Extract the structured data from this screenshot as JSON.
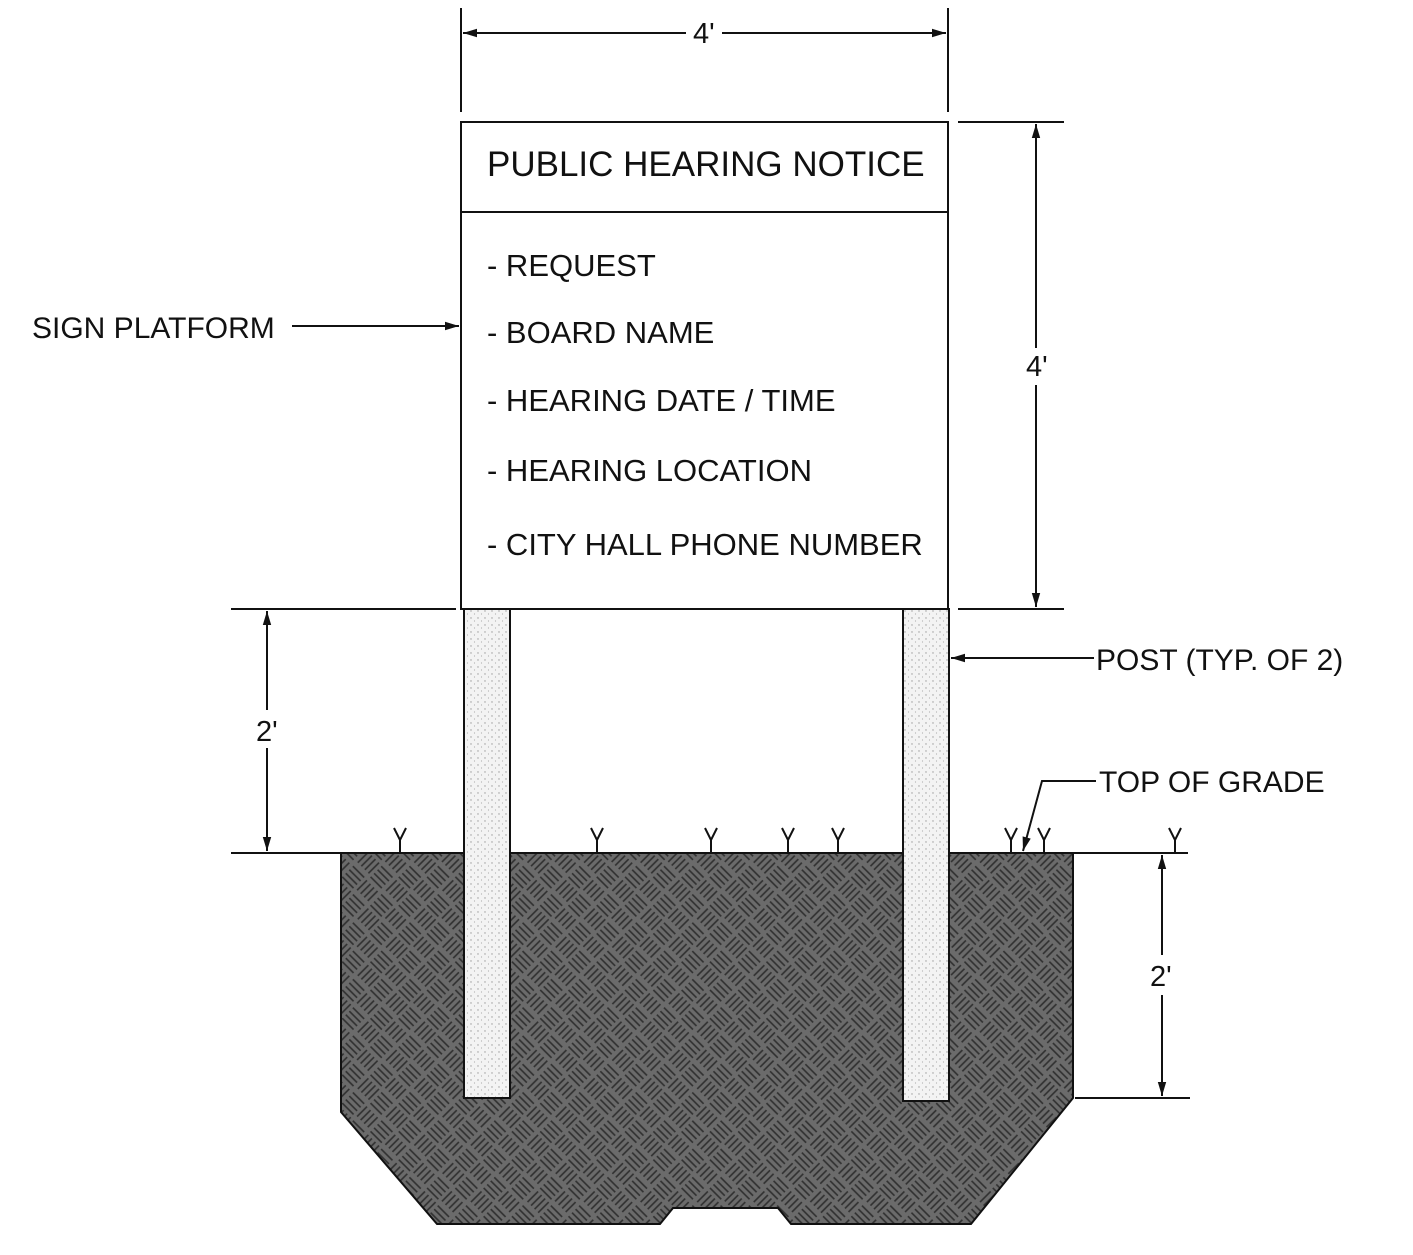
{
  "sign": {
    "title": "PUBLIC HEARING NOTICE",
    "items": [
      "- REQUEST",
      "- BOARD NAME",
      "- HEARING DATE / TIME",
      "- HEARING LOCATION",
      "- CITY HALL PHONE NUMBER"
    ]
  },
  "callouts": {
    "sign_platform": "SIGN PLATFORM",
    "post": "POST (TYP. OF 2)",
    "top_of_grade": "TOP OF GRADE"
  },
  "dimensions": {
    "sign_width": "4'",
    "sign_height": "4'",
    "post_above_grade": "2'",
    "post_embed_depth": "2'"
  },
  "colors": {
    "line": "#111111",
    "ground_fill": "#6b6b6b",
    "ground_pattern": "#3a3a3a",
    "post_fill": "#f1f1f1"
  }
}
